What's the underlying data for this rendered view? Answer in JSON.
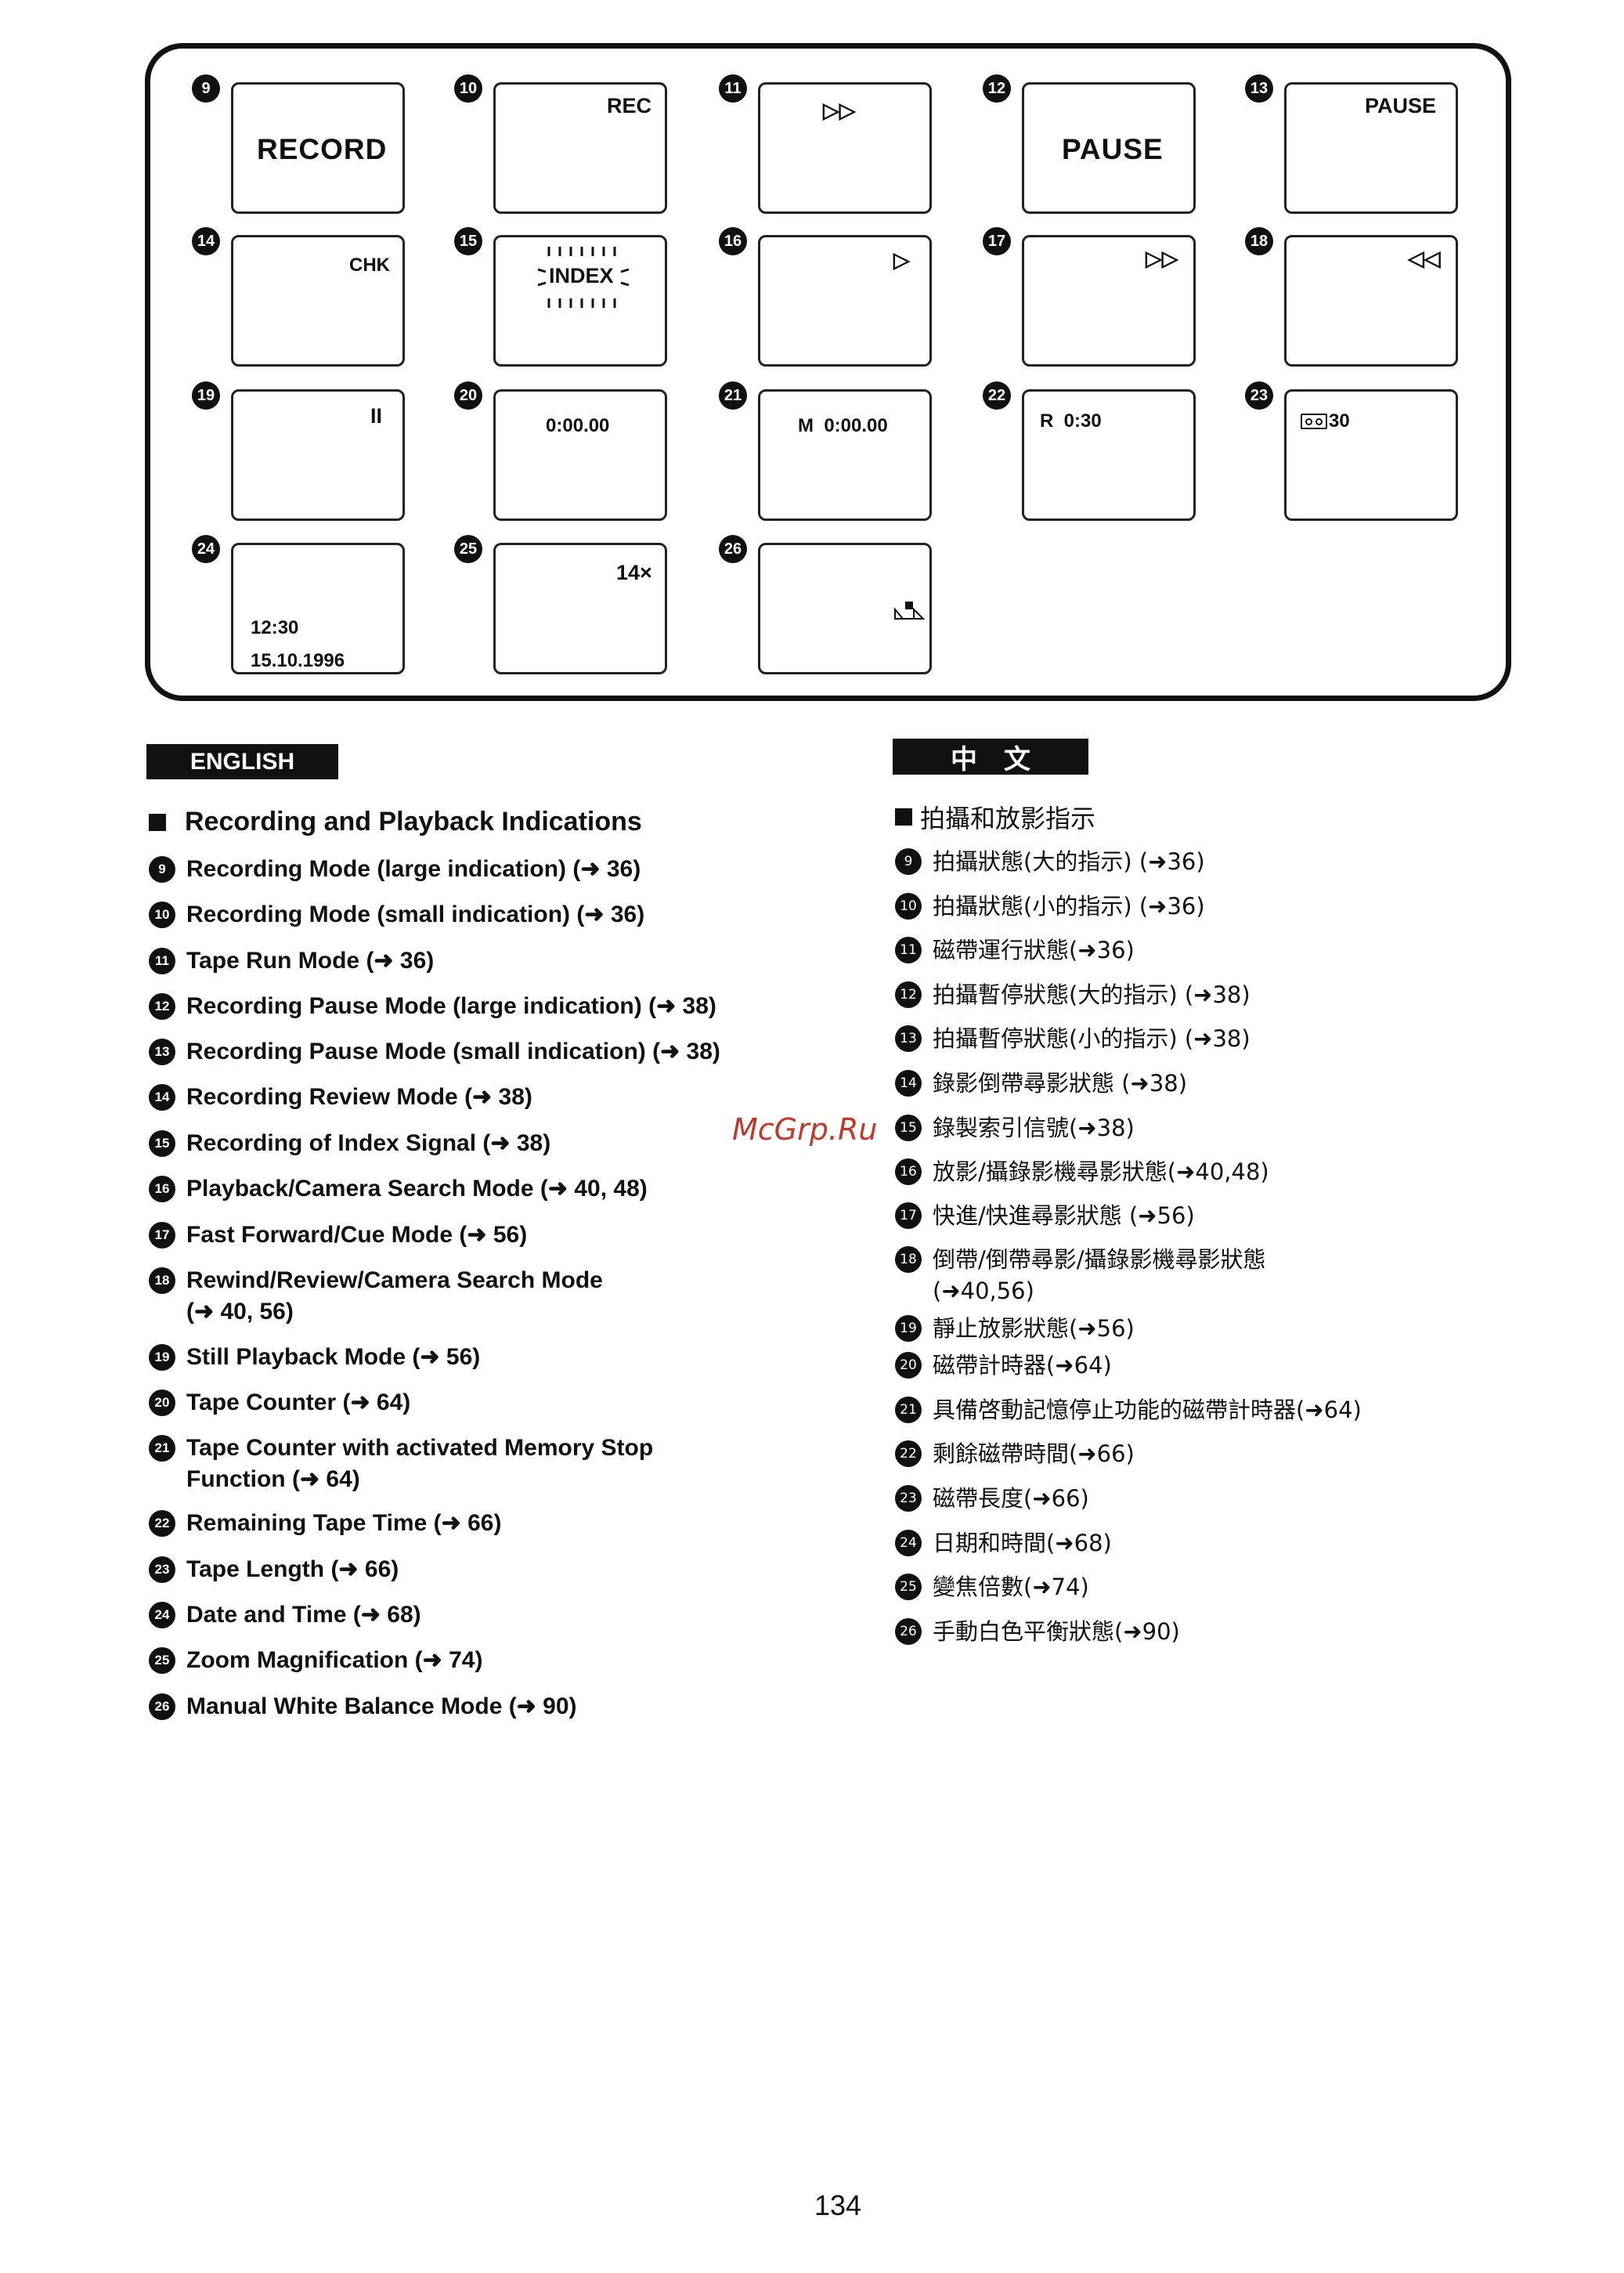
{
  "displays": [
    {
      "num": "9",
      "text": "RECORD"
    },
    {
      "num": "10",
      "text": "REC"
    },
    {
      "num": "11",
      "text": "▷▷"
    },
    {
      "num": "12",
      "text": "PAUSE"
    },
    {
      "num": "13",
      "text": "PAUSE"
    },
    {
      "num": "14",
      "text": "CHK"
    },
    {
      "num": "15",
      "text": "INDEX"
    },
    {
      "num": "16",
      "text": "▷"
    },
    {
      "num": "17",
      "text": "▷▷"
    },
    {
      "num": "18",
      "text": "◁◁"
    },
    {
      "num": "19",
      "text": "II"
    },
    {
      "num": "20",
      "text": "0:00.00"
    },
    {
      "num": "21",
      "text": "M  0:00.00"
    },
    {
      "num": "22",
      "text": "R  0:30"
    },
    {
      "num": "23",
      "text": "30"
    },
    {
      "num": "24",
      "text": "12:30",
      "text2": "15.10.1996"
    },
    {
      "num": "25",
      "text": "14×"
    },
    {
      "num": "26",
      "text": ""
    }
  ],
  "english": {
    "tag": "ENGLISH",
    "heading": "Recording and Playback Indications",
    "items": [
      {
        "num": "9",
        "lines": [
          "Recording Mode (large indication) (➜ 36)"
        ]
      },
      {
        "num": "10",
        "lines": [
          "Recording Mode (small indication) (➜ 36)"
        ]
      },
      {
        "num": "11",
        "lines": [
          "Tape Run Mode (➜ 36)"
        ]
      },
      {
        "num": "12",
        "lines": [
          "Recording Pause Mode (large indication) (➜ 38)"
        ]
      },
      {
        "num": "13",
        "lines": [
          "Recording Pause Mode (small indication) (➜ 38)"
        ]
      },
      {
        "num": "14",
        "lines": [
          "Recording Review Mode (➜ 38)"
        ]
      },
      {
        "num": "15",
        "lines": [
          "Recording of Index Signal (➜ 38)"
        ]
      },
      {
        "num": "16",
        "lines": [
          "Playback/Camera Search Mode (➜ 40, 48)"
        ]
      },
      {
        "num": "17",
        "lines": [
          "Fast Forward/Cue Mode (➜ 56)"
        ]
      },
      {
        "num": "18",
        "lines": [
          "Rewind/Review/Camera Search Mode",
          "(➜ 40, 56)"
        ]
      },
      {
        "num": "19",
        "lines": [
          "Still Playback Mode (➜ 56)"
        ]
      },
      {
        "num": "20",
        "lines": [
          "Tape Counter (➜ 64)"
        ]
      },
      {
        "num": "21",
        "lines": [
          "Tape Counter with activated Memory Stop",
          "Function (➜ 64)"
        ]
      },
      {
        "num": "22",
        "lines": [
          "Remaining Tape Time (➜ 66)"
        ]
      },
      {
        "num": "23",
        "lines": [
          "Tape Length (➜ 66)"
        ]
      },
      {
        "num": "24",
        "lines": [
          "Date and Time (➜ 68)"
        ]
      },
      {
        "num": "25",
        "lines": [
          "Zoom Magnification (➜ 74)"
        ]
      },
      {
        "num": "26",
        "lines": [
          "Manual White Balance Mode (➜ 90)"
        ]
      }
    ]
  },
  "chinese": {
    "tag": "中　文",
    "heading": "拍攝和放影指示",
    "items": [
      {
        "num": "9",
        "lines": [
          "拍攝狀態(大的指示) (➜36)"
        ]
      },
      {
        "num": "10",
        "lines": [
          "拍攝狀態(小的指示) (➜36)"
        ]
      },
      {
        "num": "11",
        "lines": [
          "磁帶運行狀態(➜36)"
        ]
      },
      {
        "num": "12",
        "lines": [
          "拍攝暫停狀態(大的指示) (➜38)"
        ]
      },
      {
        "num": "13",
        "lines": [
          "拍攝暫停狀態(小的指示) (➜38)"
        ]
      },
      {
        "num": "14",
        "lines": [
          "錄影倒帶尋影狀態 (➜38)"
        ]
      },
      {
        "num": "15",
        "lines": [
          "錄製索引信號(➜38)"
        ]
      },
      {
        "num": "16",
        "lines": [
          "放影/攝錄影機尋影狀態(➜40,48)"
        ]
      },
      {
        "num": "17",
        "lines": [
          "快進/快進尋影狀態 (➜56)"
        ]
      },
      {
        "num": "18",
        "lines": [
          "倒帶/倒帶尋影/攝錄影機尋影狀態",
          "(➜40,56)"
        ]
      },
      {
        "num": "19",
        "lines": [
          "靜止放影狀態(➜56)"
        ]
      },
      {
        "num": "20",
        "lines": [
          "磁帶計時器(➜64)"
        ]
      },
      {
        "num": "21",
        "lines": [
          "具備啓動記憶停止功能的磁帶計時器(➜64)"
        ]
      },
      {
        "num": "22",
        "lines": [
          "剩餘磁帶時間(➜66)"
        ]
      },
      {
        "num": "23",
        "lines": [
          "磁帶長度(➜66)"
        ]
      },
      {
        "num": "24",
        "lines": [
          "日期和時間(➜68)"
        ]
      },
      {
        "num": "25",
        "lines": [
          "變焦倍數(➜74)"
        ]
      },
      {
        "num": "26",
        "lines": [
          "手動白色平衡狀態(➜90)"
        ]
      }
    ]
  },
  "watermark": "McGrp.Ru",
  "page_number": "134"
}
